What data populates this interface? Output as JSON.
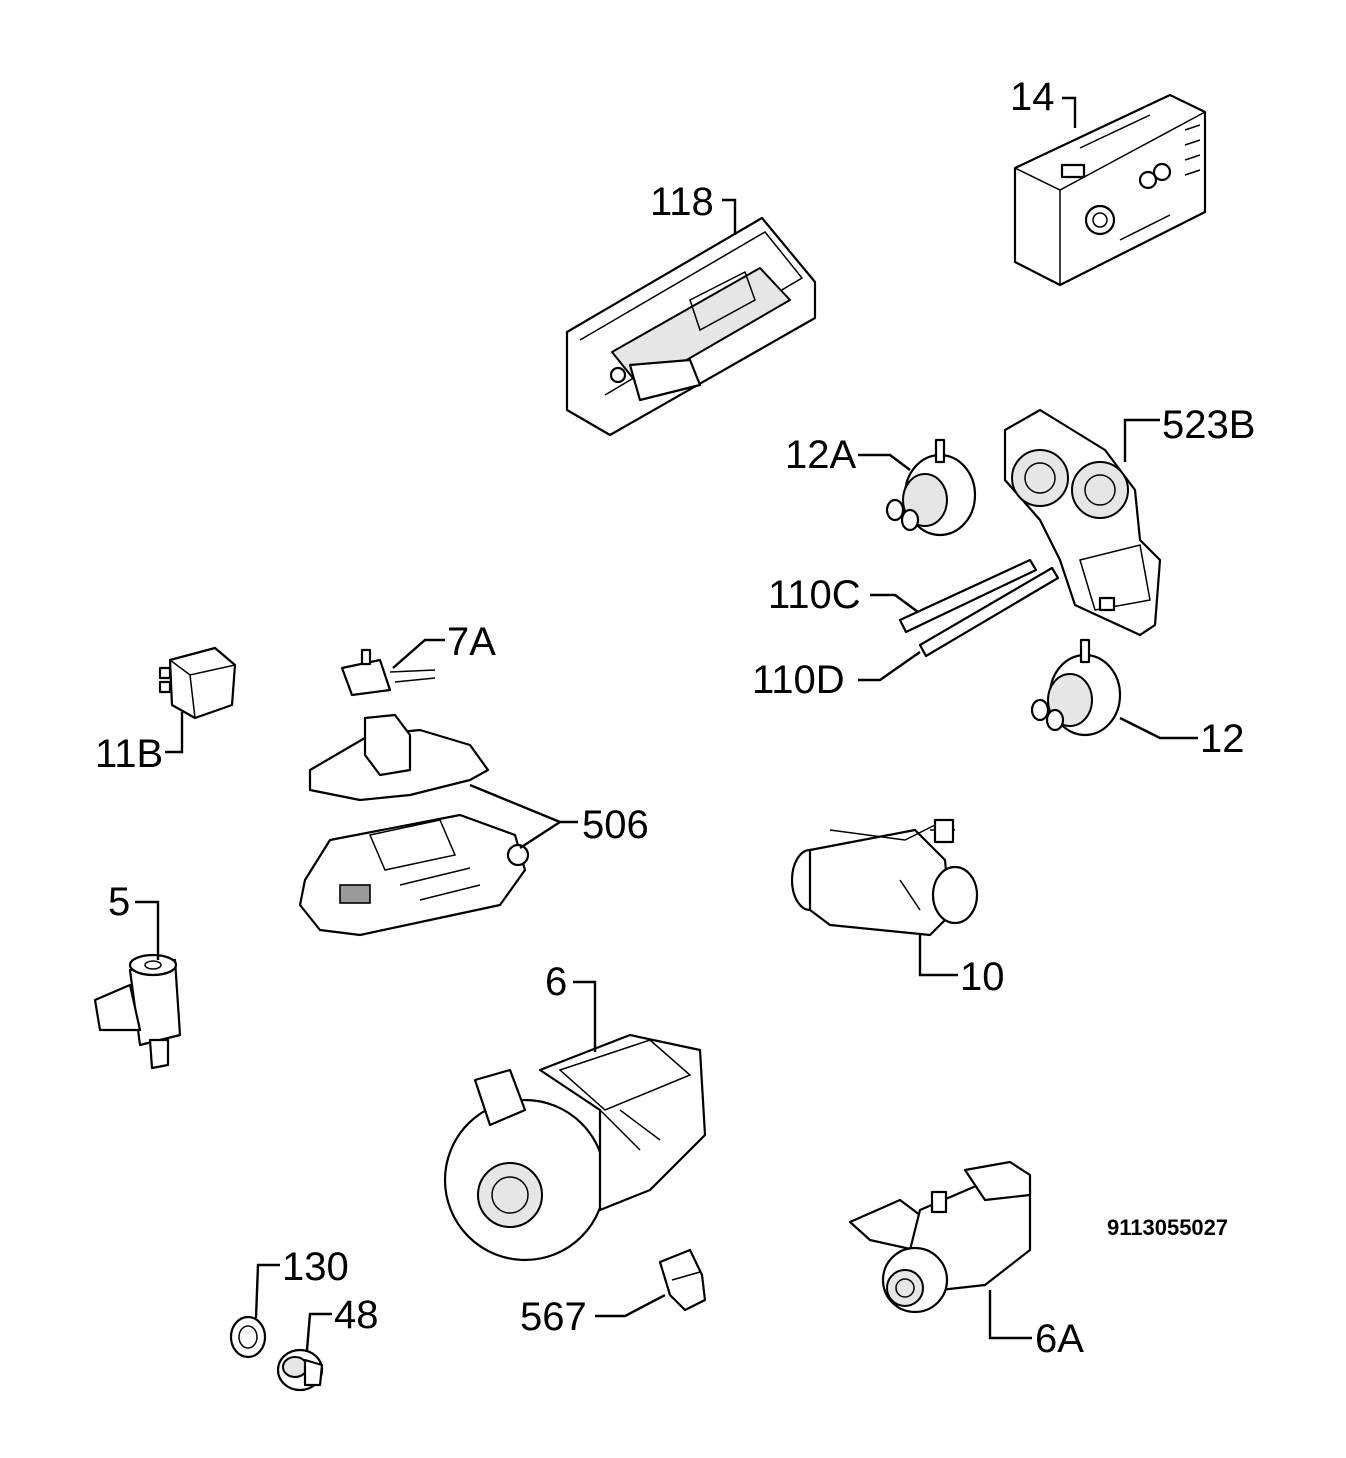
{
  "diagram": {
    "reference_code": "9113055027",
    "callouts": {
      "c14": "14",
      "c118": "118",
      "c12a": "12A",
      "c523b": "523B",
      "c110c": "110C",
      "c110d": "110D",
      "c12": "12",
      "c7a": "7A",
      "c11b": "11B",
      "c506": "506",
      "c10": "10",
      "c5": "5",
      "c6": "6",
      "c130": "130",
      "c48": "48",
      "c567": "567",
      "c6a": "6A"
    }
  }
}
